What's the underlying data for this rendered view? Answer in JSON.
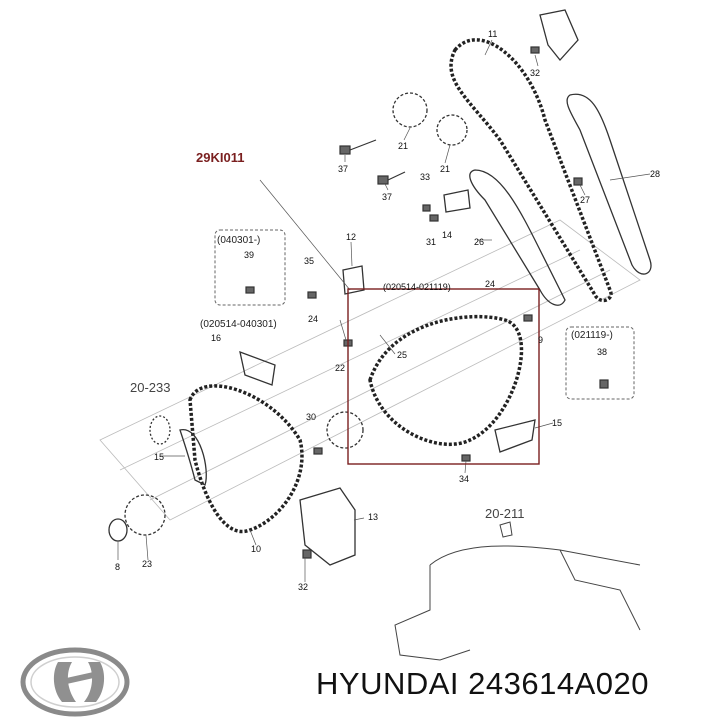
{
  "diagram": {
    "reference_code": "29KI011",
    "part_numbers": [
      "11",
      "32",
      "21",
      "37",
      "21",
      "37",
      "33",
      "28",
      "27",
      "26",
      "14",
      "31",
      "12",
      "35",
      "39",
      "24",
      "24",
      "25",
      "9",
      "16",
      "22",
      "30",
      "15",
      "38",
      "34",
      "13",
      "10",
      "23",
      "8",
      "32",
      "15"
    ],
    "variant_labels": [
      "(040301-)",
      "(020514-040301)",
      "(020514-021119)",
      "(021119-)"
    ],
    "section_refs": [
      "20-233",
      "20-211"
    ]
  },
  "footer": {
    "brand": "HYUNDAI",
    "part_number": "243614A020"
  },
  "colors": {
    "reference_code": "#7a1f1f",
    "highlight_box": "#7a1f1f",
    "line_art": "#333333"
  }
}
